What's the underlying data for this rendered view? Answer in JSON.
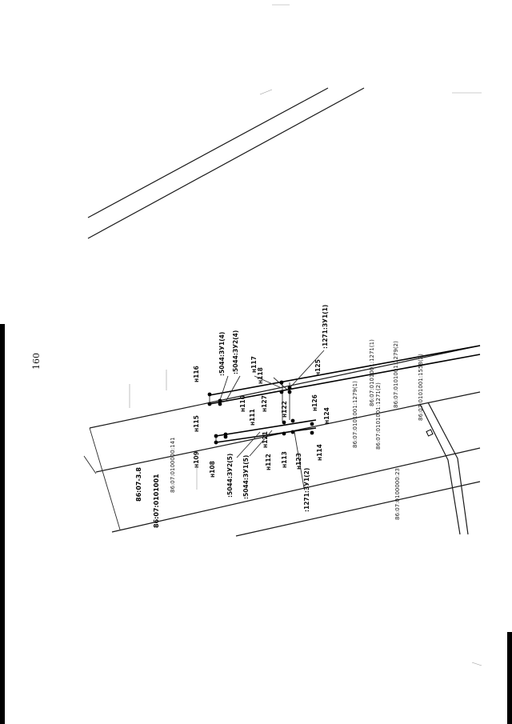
{
  "page": {
    "number": "160"
  },
  "points": {
    "p108": "н108",
    "p109": "н109",
    "p110": "н110",
    "p111": "н111",
    "p112": "н112",
    "p113": "н113",
    "p114": "н114",
    "p115": "н115",
    "p116": "н116",
    "p117": "н117",
    "p118": "н118",
    "p121": "н121",
    "p122": "н122",
    "p123": "н123",
    "p124": "н124",
    "p125": "н125",
    "p126": "н126",
    "p127": "н127"
  },
  "parcels": {
    "zu_5044_1_4": ":5044:ЗУ1(4)",
    "zu_5044_2_4": ":5044:ЗУ2(4)",
    "zu_1271_1_1": ":1271:ЗУ1(1)",
    "zu_5044_2_5": ":5044:ЗУ2(5)",
    "zu_5044_1_5": ":5044:ЗУ1(5)",
    "zu_1271_1_2": ":1271:ЗУ1(2)"
  },
  "cadastral": {
    "quarter": "86:07:0101001",
    "district": "86:07-3.8",
    "c141": "86:07:0100000:141",
    "c23": "86:07:0100000:23",
    "c1279_1": "86:07:0101001:1279(1)",
    "c1271_1": "86:07:0101001:1271(1)",
    "c1271_2": "86:07:0101001:1271(2)",
    "c1279_2": "86:07:0101001:1279(2)",
    "c1558_2": "86:07:0101001:1558(2)"
  }
}
